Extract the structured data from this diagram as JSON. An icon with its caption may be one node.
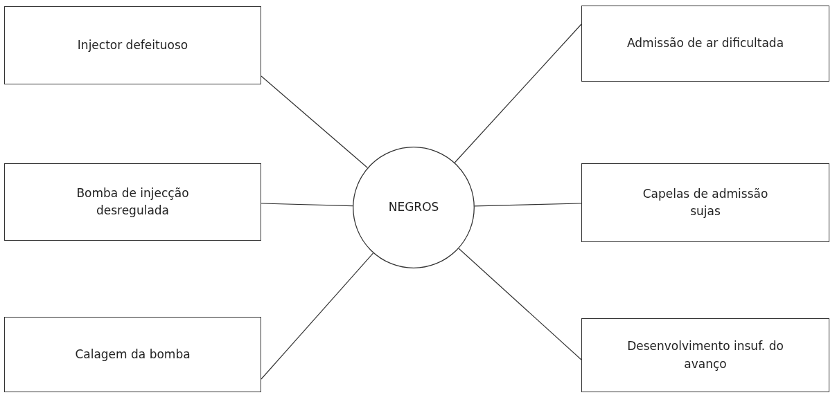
{
  "diagram": {
    "nodes": [
      {
        "text": [
          "Injector defeituoso"
        ]
      },
      {
        "text": [
          "Bomba de injecção desregulada"
        ]
      },
      {
        "text": [
          "Calagem da bomba"
        ]
      },
      {
        "text": [
          "NEGROS"
        ]
      },
      {
        "text": [
          "Admissão de ar dificultada"
        ]
      },
      {
        "text": [
          "Capelas de admissão sujas"
        ]
      },
      {
        "text": [
          "Desenvolvimento insuf. do avanço"
        ]
      }
    ],
    "edges": [
      {
        "from": 0,
        "to": 3,
        "arrow": "none"
      },
      {
        "from": 1,
        "to": 3,
        "arrow": "none"
      },
      {
        "from": 2,
        "to": 3,
        "arrow": "none"
      },
      {
        "from": 4,
        "to": 3,
        "arrow": "none"
      },
      {
        "from": 5,
        "to": 3,
        "arrow": "none"
      },
      {
        "from": 6,
        "to": 3,
        "arrow": "none"
      }
    ]
  }
}
